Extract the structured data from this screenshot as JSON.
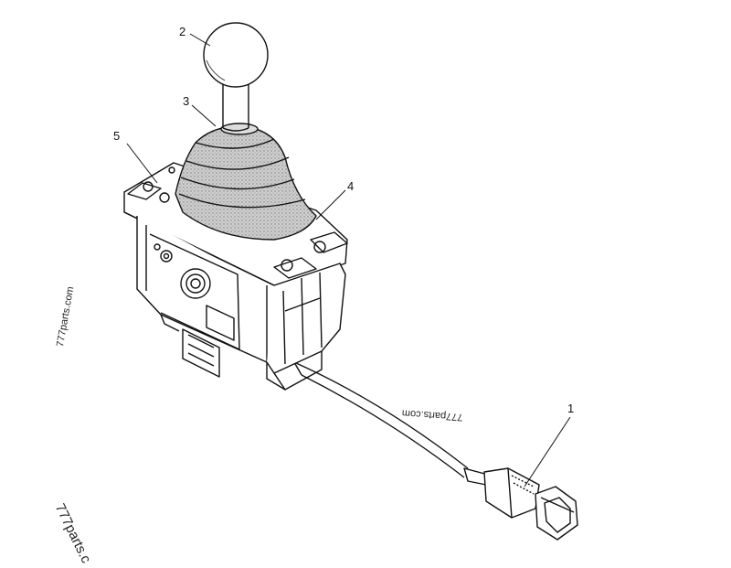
{
  "callouts": [
    {
      "id": "1",
      "label": "1"
    },
    {
      "id": "2",
      "label": "2"
    },
    {
      "id": "3",
      "label": "3"
    },
    {
      "id": "4",
      "label": "4"
    },
    {
      "id": "5",
      "label": "5"
    }
  ],
  "watermarks": {
    "left": "777parts.com",
    "cable": "777parts.com",
    "bottom": "777parts.c"
  }
}
